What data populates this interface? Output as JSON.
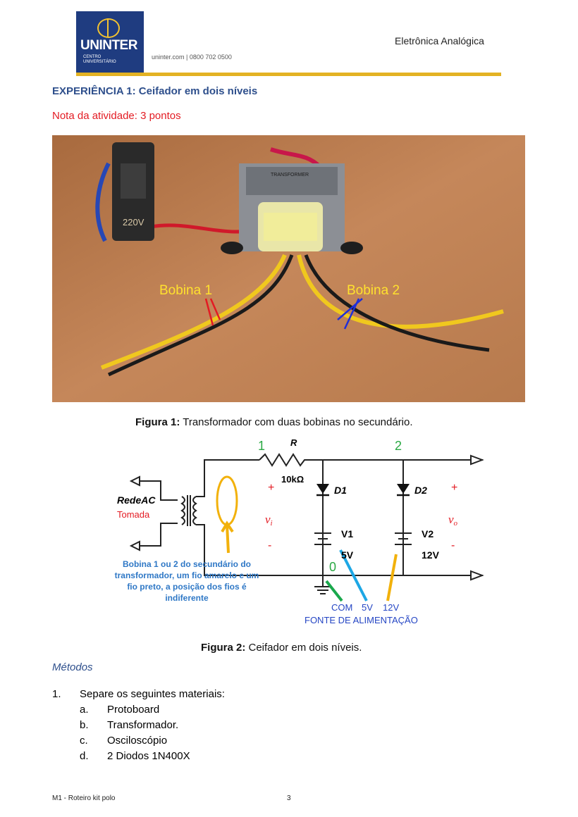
{
  "header": {
    "logo": {
      "brand": "UNINTER",
      "subtitle": "CENTRO\nUNIVERSITÁRIO",
      "contact": "uninter.com  |  0800 702 0500"
    },
    "course": "Eletrônica Analógica"
  },
  "section_title": "EXPERIÊNCIA 1: Ceifador em dois níveis",
  "grade_note": "Nota da atividade: 3 pontos",
  "figure1": {
    "label_coil1": "Bobina 1",
    "label_coil2": "Bobina 2",
    "transformer_plate": "TRANSFORMER",
    "switch_label": "220V",
    "caption_bold": "Figura 1:",
    "caption_text": " Transformador com duas bobinas no secundário."
  },
  "figure2": {
    "node1": "1",
    "node2": "2",
    "node0": "0",
    "resistor_name": "R",
    "resistor_value": "10kΩ",
    "diode1": "D1",
    "diode2": "D2",
    "source1_name": "V1",
    "source1_value": "5V",
    "source2_name": "V2",
    "source2_value": "12V",
    "plus": "+",
    "minus": "-",
    "vi": "v",
    "vi_sub": "i",
    "vo": "v",
    "vo_sub": "o",
    "rede_ac": "RedeAC",
    "tomada": "Tomada",
    "coil_note": [
      "Bobina 1 ou 2 do secundário do",
      "transformador, um fio amarelo e um",
      "fio preto, a posição dos fios é",
      "indiferente"
    ],
    "supply_labels": {
      "com": "COM",
      "v5": "5V",
      "v12": "12V",
      "title": "FONTE DE ALIMENTAÇÃO"
    },
    "caption_bold": "Figura 2:",
    "caption_text": " Ceifador em dois níveis."
  },
  "methods": {
    "title": "Métodos",
    "step1_number": "1.",
    "step1_text": "Separe os seguintes materiais:",
    "items": [
      {
        "letter": "a.",
        "text": "Protoboard"
      },
      {
        "letter": "b.",
        "text": "Transformador."
      },
      {
        "letter": "c.",
        "text": "Osciloscópio"
      },
      {
        "letter": "d.",
        "text": "2 Diodos 1N400X"
      }
    ]
  },
  "footer": {
    "left": "M1 - Roteiro kit polo",
    "page": "3"
  }
}
